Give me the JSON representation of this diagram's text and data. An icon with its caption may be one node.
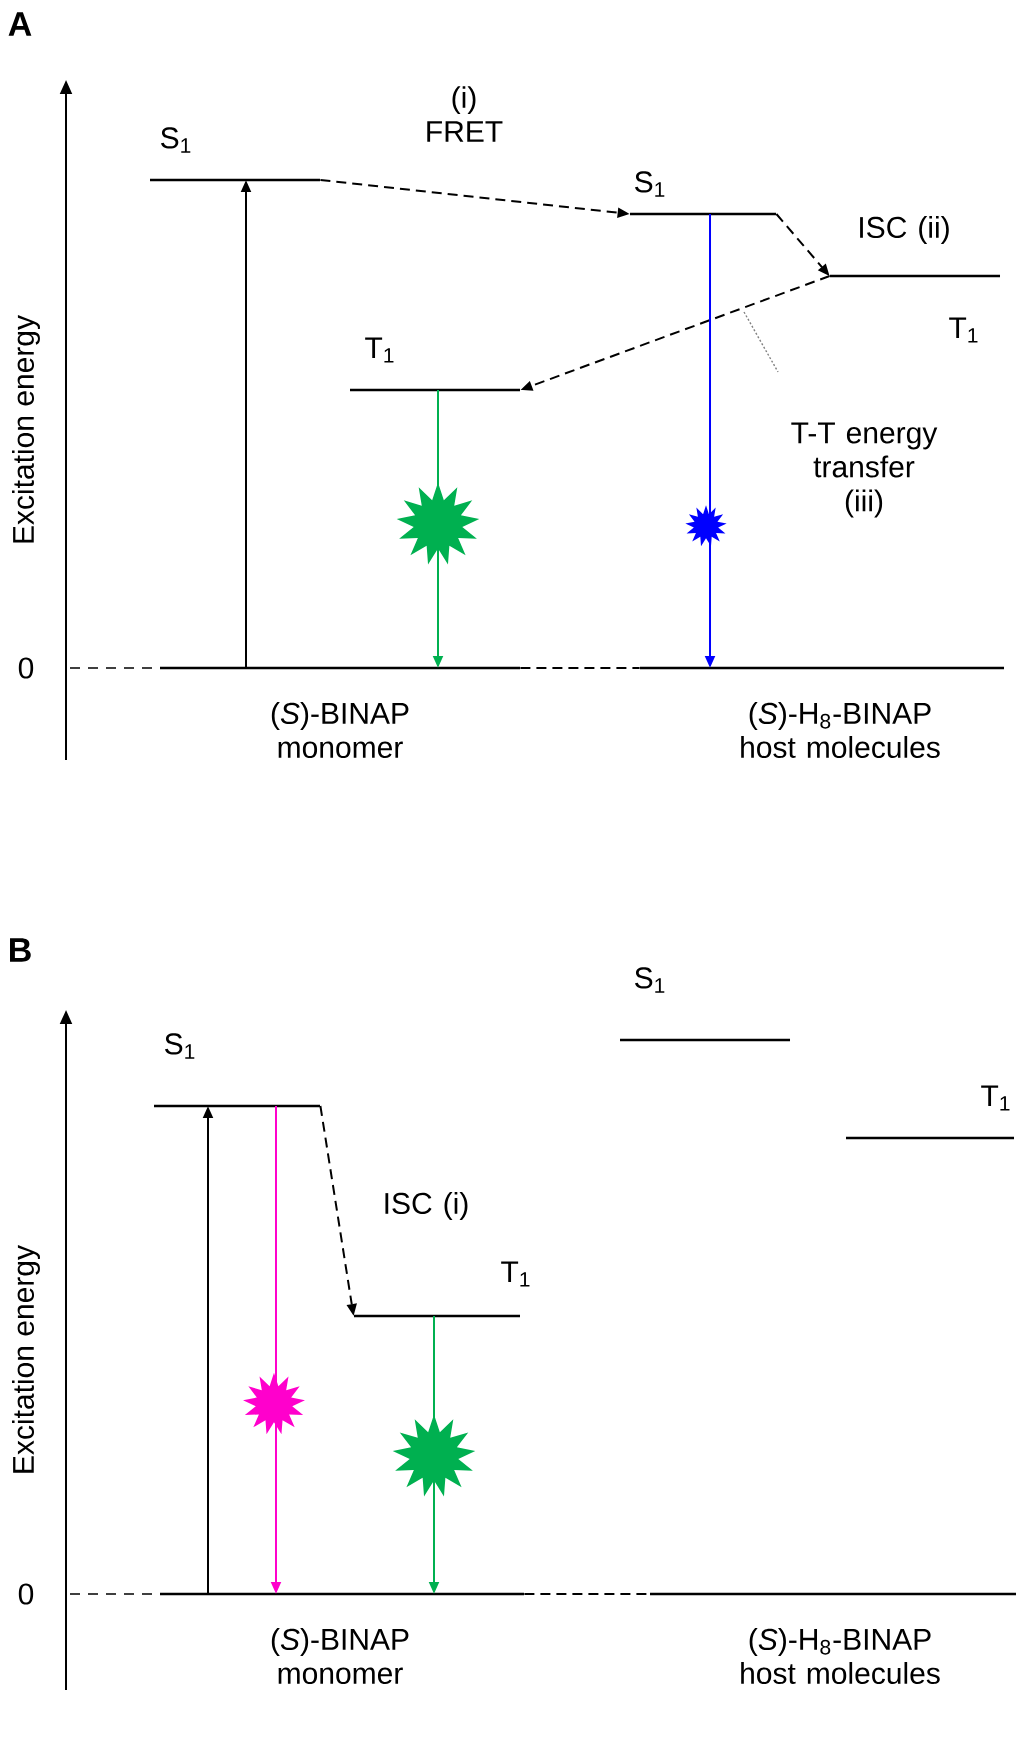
{
  "diagram": {
    "nodes": [
      {
        "text": [
          "S$_{1}$"
        ]
      },
      {
        "text": [
          "T$_{1}$"
        ]
      },
      {
        "text": [
          "S$_{1}$"
        ]
      },
      {
        "text": [
          "T$_{1}$"
        ]
      },
      {
        "text": [],
        "shape": "bar",
        "beside": [
          "(*S*)-BINAP monomer"
        ]
      },
      {
        "text": [],
        "shape": "bar",
        "beside": [
          "(*S*)-H$_{8}$-BINAP host molecules"
        ]
      },
      {
        "text": [
          "S$_{1}$"
        ]
      },
      {
        "text": [
          "T$_{1}$"
        ]
      },
      {
        "text": [
          "S$_{1}$"
        ]
      },
      {
        "text": [
          "T$_{1}$"
        ]
      },
      {
        "text": [],
        "shape": "bar",
        "beside": [
          "(*S*)-BINAP monomer"
        ]
      },
      {
        "text": [],
        "shape": "bar",
        "beside": [
          "(*S*)-H$_{8}$-BINAP host molecules"
        ]
      }
    ],
    "edges": [
      {
        "from": 4,
        "to": 0,
        "arrow": "to"
      },
      {
        "from": 0,
        "to": 2,
        "arrow": "to",
        "style": "dashed",
        "label": "(i) FRET"
      },
      {
        "from": 2,
        "to": 3,
        "arrow": "to",
        "style": "dashed",
        "label": "ISC (ii)"
      },
      {
        "from": 3,
        "to": 1,
        "arrow": "to",
        "style": "dashed",
        "label": "T-T energy transfer (iii)"
      },
      {
        "from": 1,
        "to": 4,
        "arrow": "to",
        "color": "#00b050"
      },
      {
        "from": 2,
        "to": 5,
        "arrow": "to",
        "color": "#0000ff"
      },
      {
        "from": 4,
        "to": 5,
        "arrow": "none",
        "style": "dashed"
      },
      {
        "from": 10,
        "to": 6,
        "arrow": "to"
      },
      {
        "from": 6,
        "to": 10,
        "arrow": "to",
        "color": "#ff00cc"
      },
      {
        "from": 6,
        "to": 7,
        "arrow": "to",
        "style": "dashed",
        "label": "ISC (i)"
      },
      {
        "from": 7,
        "to": 10,
        "arrow": "to",
        "color": "#00b050"
      },
      {
        "from": 10,
        "to": 11,
        "arrow": "none",
        "style": "dashed"
      }
    ],
    "labels": [
      "A",
      "Excitation energy",
      "0",
      "B",
      "Excitation energy",
      "0"
    ]
  }
}
